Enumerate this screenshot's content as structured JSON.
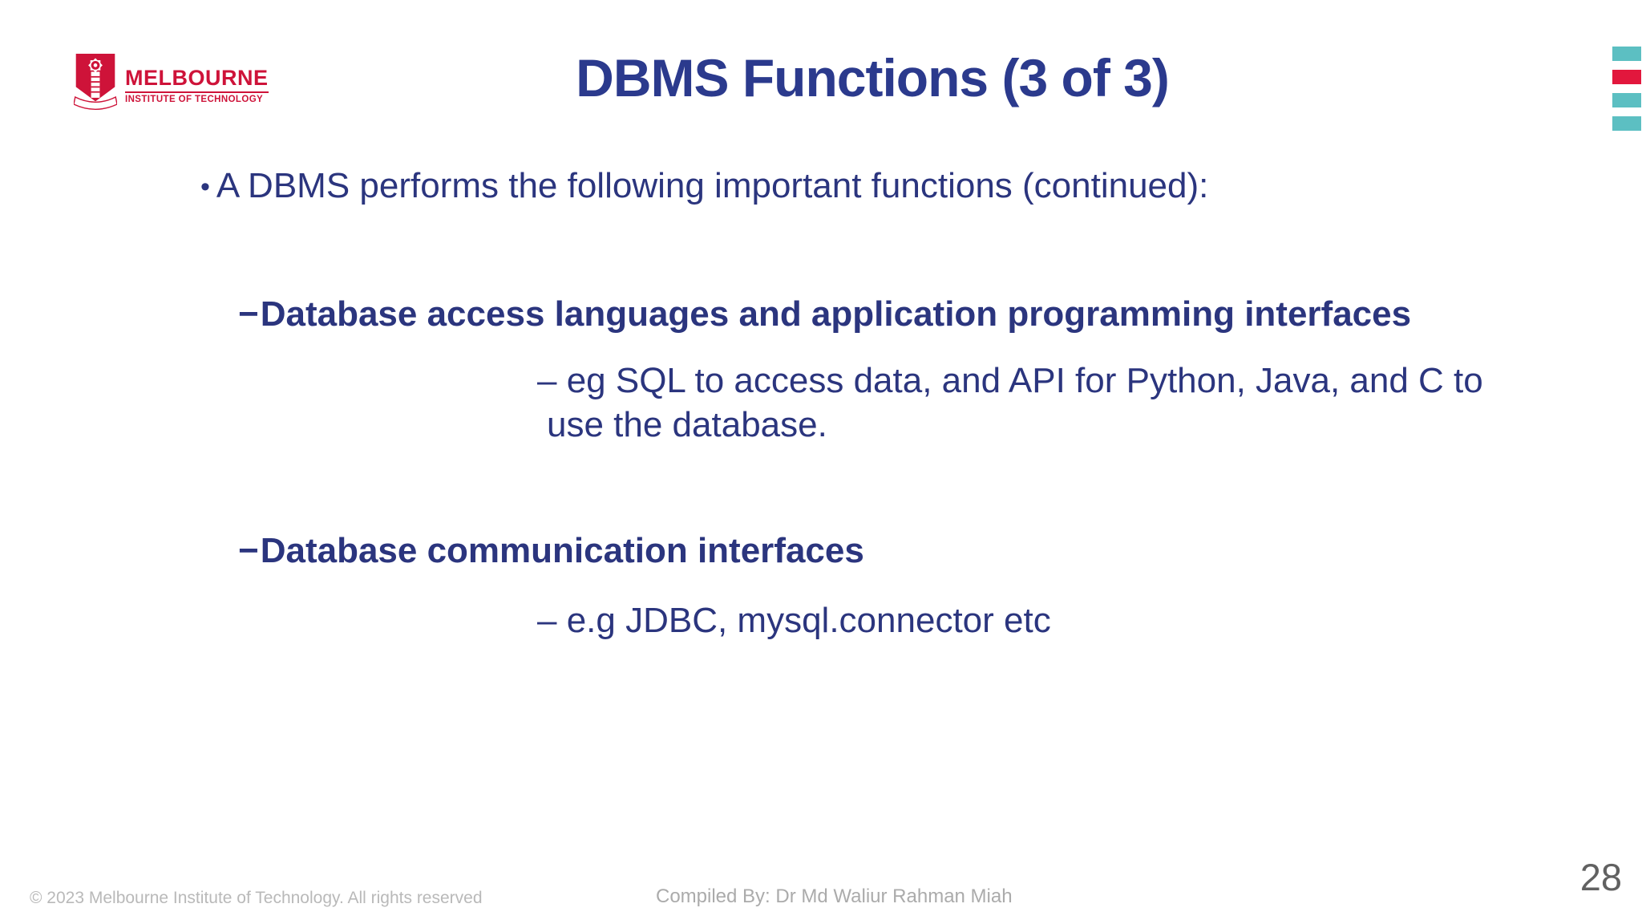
{
  "logo": {
    "name": "MELBOURNE",
    "subtitle": "INSTITUTE OF TECHNOLOGY"
  },
  "slide": {
    "title": "DBMS Functions (3 of 3)",
    "page_number": "28"
  },
  "content": {
    "bullet1": {
      "marker": "•",
      "text": "A DBMS performs the following important functions (continued):"
    },
    "sub1": {
      "marker": "−",
      "text": "Database access languages and application programming interfaces"
    },
    "subsub1": {
      "line1": "– eg SQL to access data, and API for Python, Java, and C to",
      "line2": "use the database."
    },
    "sub2": {
      "marker": "−",
      "text": "Database communication interfaces"
    },
    "subsub2": {
      "text": "– e.g JDBC, mysql.connector etc"
    }
  },
  "footer": {
    "copyright": "© 2023 Melbourne Institute of Technology. All rights reserved",
    "compiled_by": "Compiled By: Dr Md Waliur Rahman Miah"
  },
  "colors": {
    "title_navy": "#2b3a8d",
    "body_navy": "#2b357e",
    "logo_red": "#ce1339",
    "bar_teal": "#5cbfc2",
    "bar_red": "#e2173d",
    "copyright_gray": "#b9b9b9",
    "compiled_gray": "#ababab",
    "page_number_gray": "#616161"
  },
  "decorations": {
    "corner_bars": [
      "teal",
      "red",
      "teal",
      "teal"
    ]
  }
}
